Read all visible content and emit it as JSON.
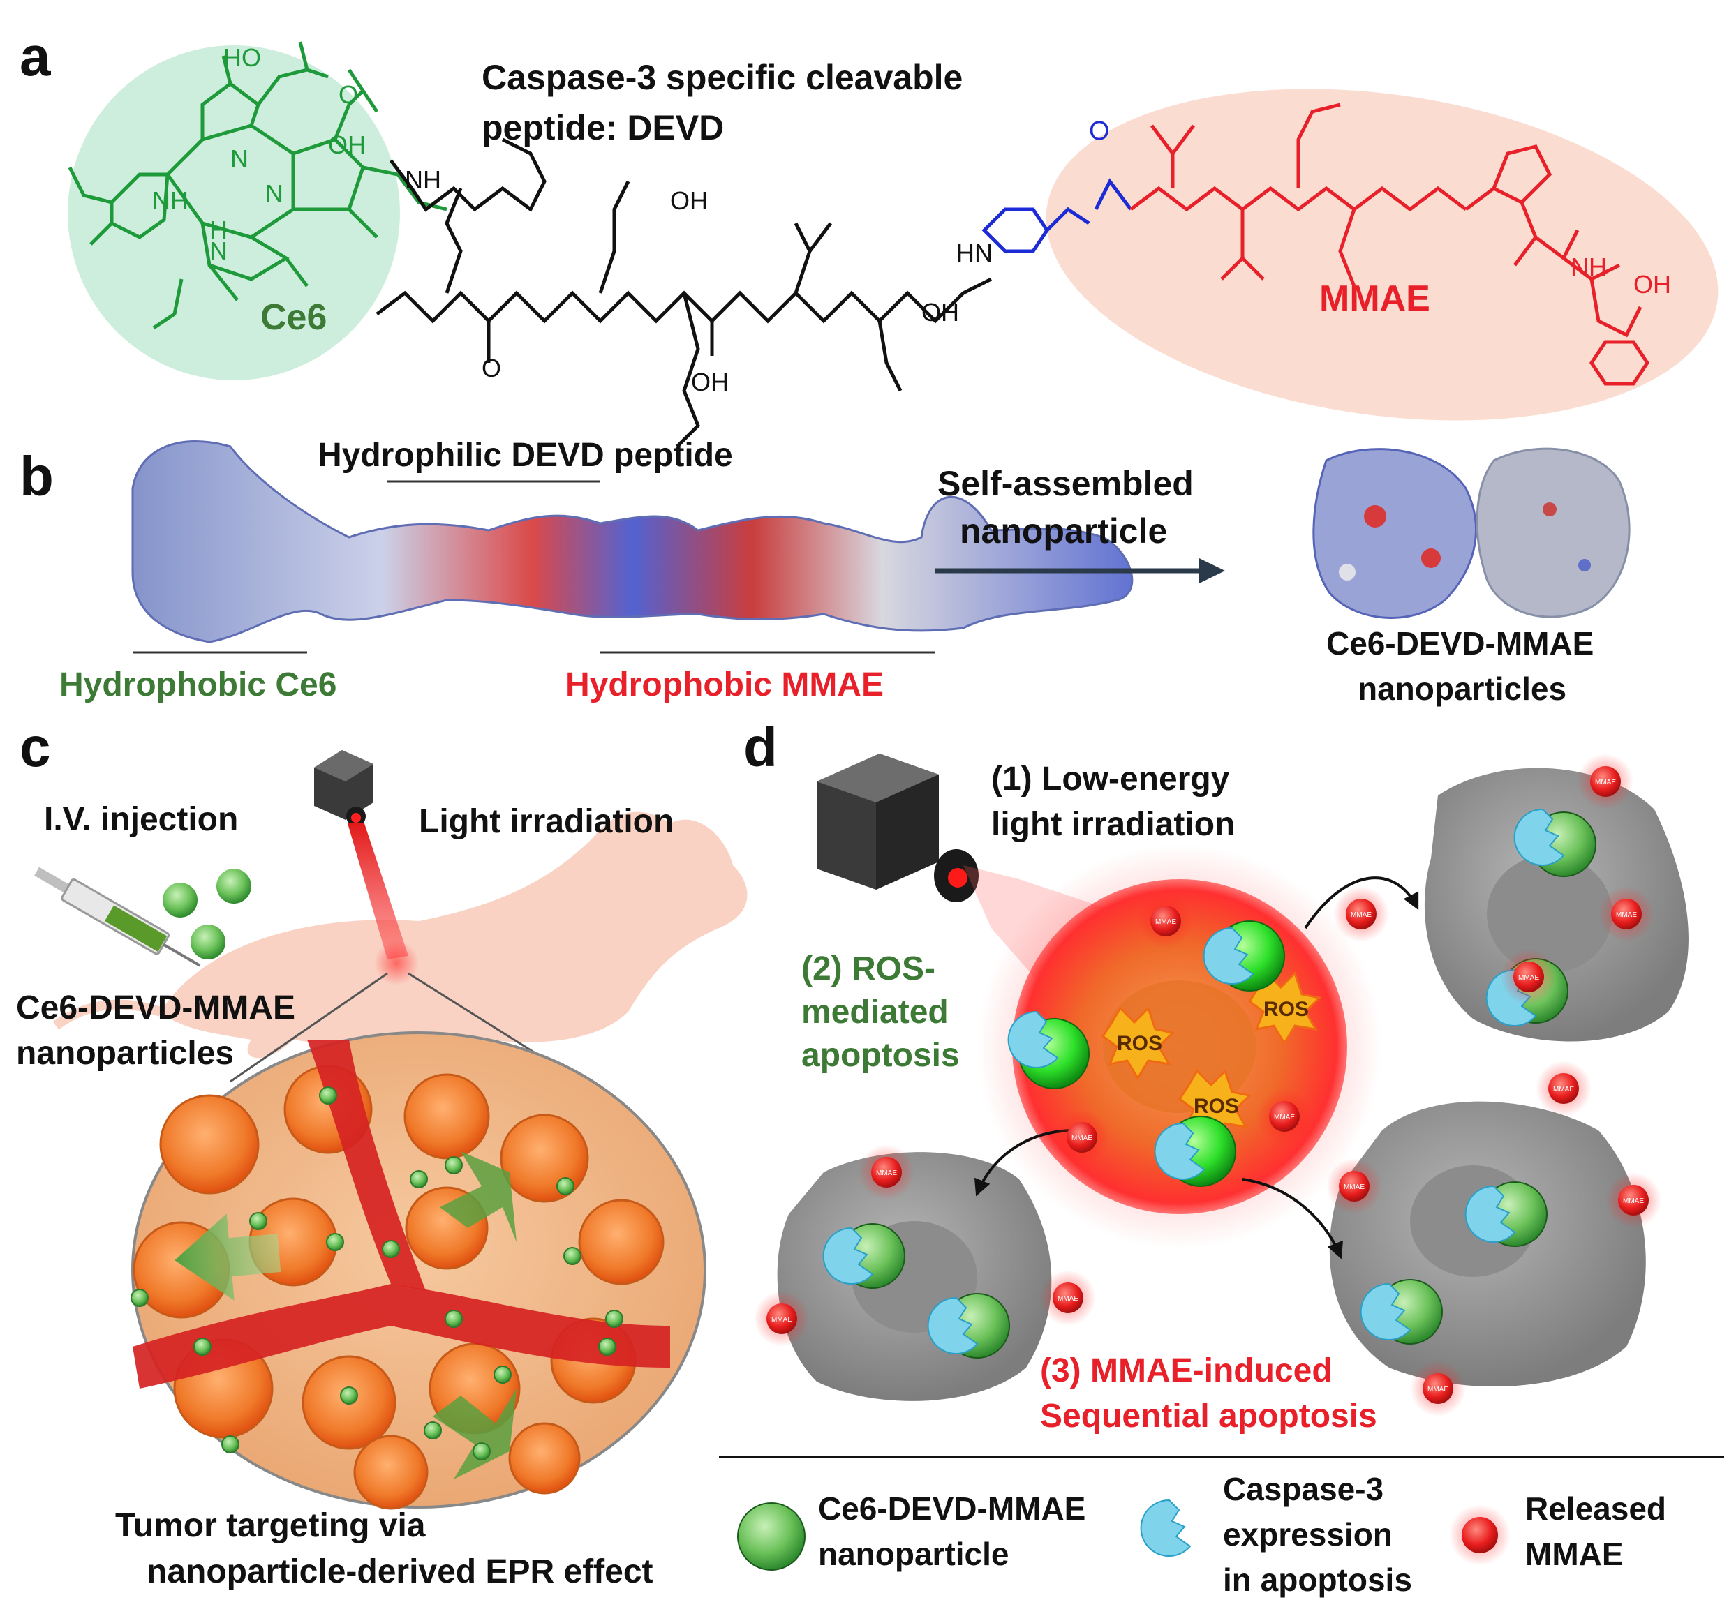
{
  "panels": {
    "a": {
      "label": "a",
      "title_line1": "Caspase-3 specific cleavable",
      "title_line2": "peptide: DEVD",
      "ce6_label": "Ce6",
      "mmae_label": "MMAE",
      "atoms": {
        "HO": "HO",
        "O": "O",
        "OH": "OH",
        "NH": "NH",
        "N": "N",
        "H": "H",
        "HN": "HN"
      }
    },
    "b": {
      "label": "b",
      "hydrophilic": "Hydrophilic DEVD peptide",
      "hydrophobic_ce6": "Hydrophobic Ce6",
      "hydrophobic_mmae": "Hydrophobic MMAE",
      "arrow_line1": "Self-assembled",
      "arrow_line2": "nanoparticle",
      "product_line1": "Ce6-DEVD-MMAE",
      "product_line2": "nanoparticles"
    },
    "c": {
      "label": "c",
      "injection": "I.V. injection",
      "light": "Light irradiation",
      "np_line1": "Ce6-DEVD-MMAE",
      "np_line2": "nanoparticles",
      "caption_line1": "Tumor targeting via",
      "caption_line2": "nanoparticle-derived EPR effect"
    },
    "d": {
      "label": "d",
      "step1_line1": "(1) Low-energy",
      "step1_line2": "light irradiation",
      "step2_line1": "(2) ROS-",
      "step2_line2": "mediated",
      "step2_line3": "apoptosis",
      "step3_line1": "(3) MMAE-induced",
      "step3_line2": "Sequential apoptosis",
      "ros": "ROS",
      "mmae_small": "MMAE"
    }
  },
  "legend": {
    "np_line1": "Ce6-DEVD-MMAE",
    "np_line2": "nanoparticle",
    "casp_line1": "Caspase-3",
    "casp_line2": "expression",
    "casp_line3": "in apoptosis",
    "rel_line1": "Released",
    "rel_line2": "MMAE"
  },
  "colors": {
    "green": "#1f9a3a",
    "dark_green": "#3c7a35",
    "red": "#e8202a",
    "blue": "#1c2bd6",
    "ce6_bg": "#cdeedd",
    "mmae_bg": "#fbdcd0"
  }
}
